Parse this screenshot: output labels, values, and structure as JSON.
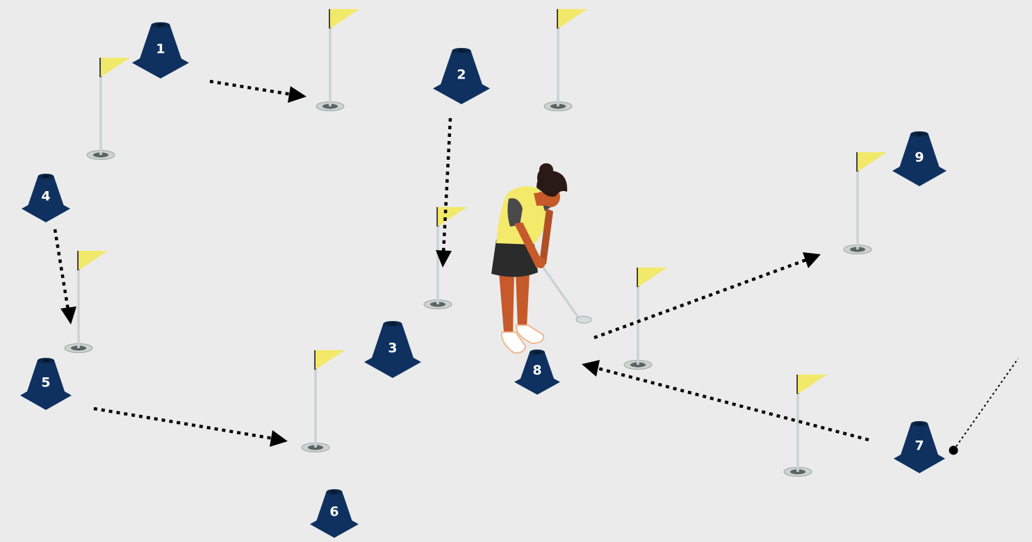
{
  "diagram": {
    "cones": [
      {
        "label": "1"
      },
      {
        "label": "2"
      },
      {
        "label": "3"
      },
      {
        "label": "4"
      },
      {
        "label": "5"
      },
      {
        "label": "6"
      },
      {
        "label": "7"
      },
      {
        "label": "8"
      },
      {
        "label": "9"
      }
    ],
    "flags": [
      {
        "name": "flag-a"
      },
      {
        "name": "flag-b"
      },
      {
        "name": "flag-c"
      },
      {
        "name": "flag-d"
      },
      {
        "name": "flag-e"
      },
      {
        "name": "flag-f"
      },
      {
        "name": "flag-g"
      },
      {
        "name": "flag-h"
      },
      {
        "name": "flag-i"
      },
      {
        "name": "flag-j"
      }
    ],
    "figure": {
      "icon": "golfer-putting-icon"
    },
    "colors": {
      "background": "#ebebeb",
      "cone": "#0f3160",
      "flag": "#f2e86a",
      "pole": "#c9d3d3",
      "arrow": "#000000",
      "skin": "#c65a2a",
      "shirt": "#f3ea6b",
      "skirt": "#2b2b2b",
      "hair": "#2a1a16"
    }
  }
}
